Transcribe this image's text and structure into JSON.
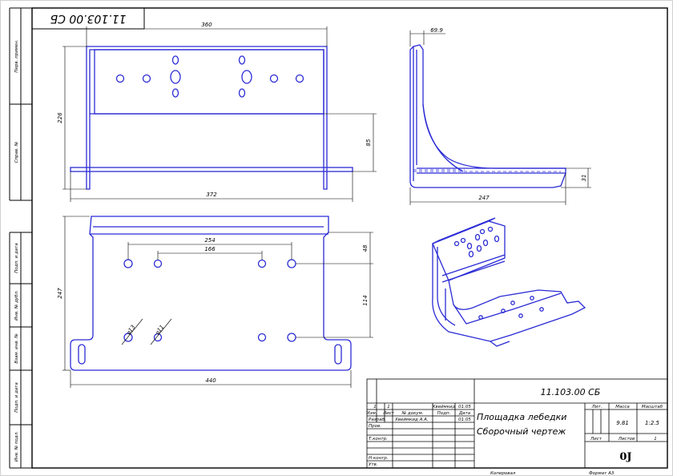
{
  "drawing": {
    "stamp_code": "11.103.00 СБ",
    "side_labels": [
      "Перв. примен.",
      "Справ. №",
      "Подп. и дата",
      "Инв. № дубл.",
      "Взам. инв. №",
      "Подп. и дата",
      "Инв. № подл."
    ],
    "front_view": {
      "width_top": "360",
      "height": "226",
      "width_base": "372",
      "shelf_offset": "85"
    },
    "side_view": {
      "top_width": "69.9",
      "depth": "247",
      "base_height": "31"
    },
    "top_view": {
      "outer_spacing": "254",
      "inner_spacing": "166",
      "top_offset": "48",
      "row_spacing": "114",
      "length": "247",
      "hole_large": "⌀13",
      "hole_small": "⌀11",
      "base_width": "440"
    }
  },
  "title_block": {
    "code": "11.103.00 СБ",
    "title_line1": "Площадка лебедки",
    "title_line2": "Сборочный чертеж",
    "headers": {
      "lit": "Лит.",
      "mass": "Масса",
      "scale": "Масштаб"
    },
    "mass": "9.81",
    "scale": "1:2.5",
    "sheet_label": "Лист",
    "sheets_label": "Листов",
    "sheets_count": "1",
    "org": "0J",
    "rev_row": {
      "c1": "1",
      "c2": "1",
      "name": "Хвеймкид",
      "date": "01.05"
    },
    "col_headers": {
      "izm": "Изм.",
      "list": "Лист",
      "doc": "№ докум.",
      "sign": "Подп.",
      "date": "Дата"
    },
    "roles": {
      "razrab": "Разраб.",
      "prov": "Пров.",
      "tkontr": "Т.контр.",
      "nkontr": "Н.контр.",
      "utv": "Утв."
    },
    "razrab_name": "Хвеймкид А.А.",
    "razrab_date": "01.05",
    "copied": "Копировал",
    "format": "Формат А3"
  }
}
